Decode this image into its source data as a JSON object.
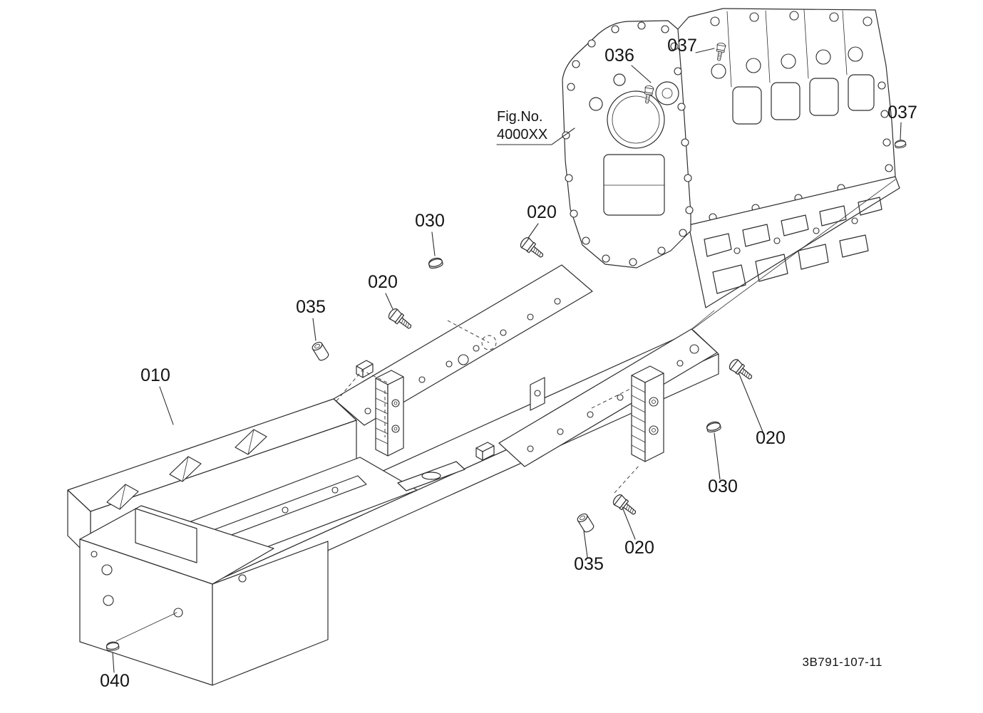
{
  "figure": {
    "fig_no_label": "Fig.No.",
    "fig_no_value": "4000XX",
    "drawing_number": "3B791-107-11"
  },
  "callouts": {
    "c036": "036",
    "c037_top": "037",
    "c037_right": "037",
    "c030_top": "030",
    "c020_top": "020",
    "c020_left": "020",
    "c035_left": "035",
    "c010": "010",
    "c020_right": "020",
    "c030_right": "030",
    "c020_bottom": "020",
    "c035_bottom": "035",
    "c040": "040"
  }
}
